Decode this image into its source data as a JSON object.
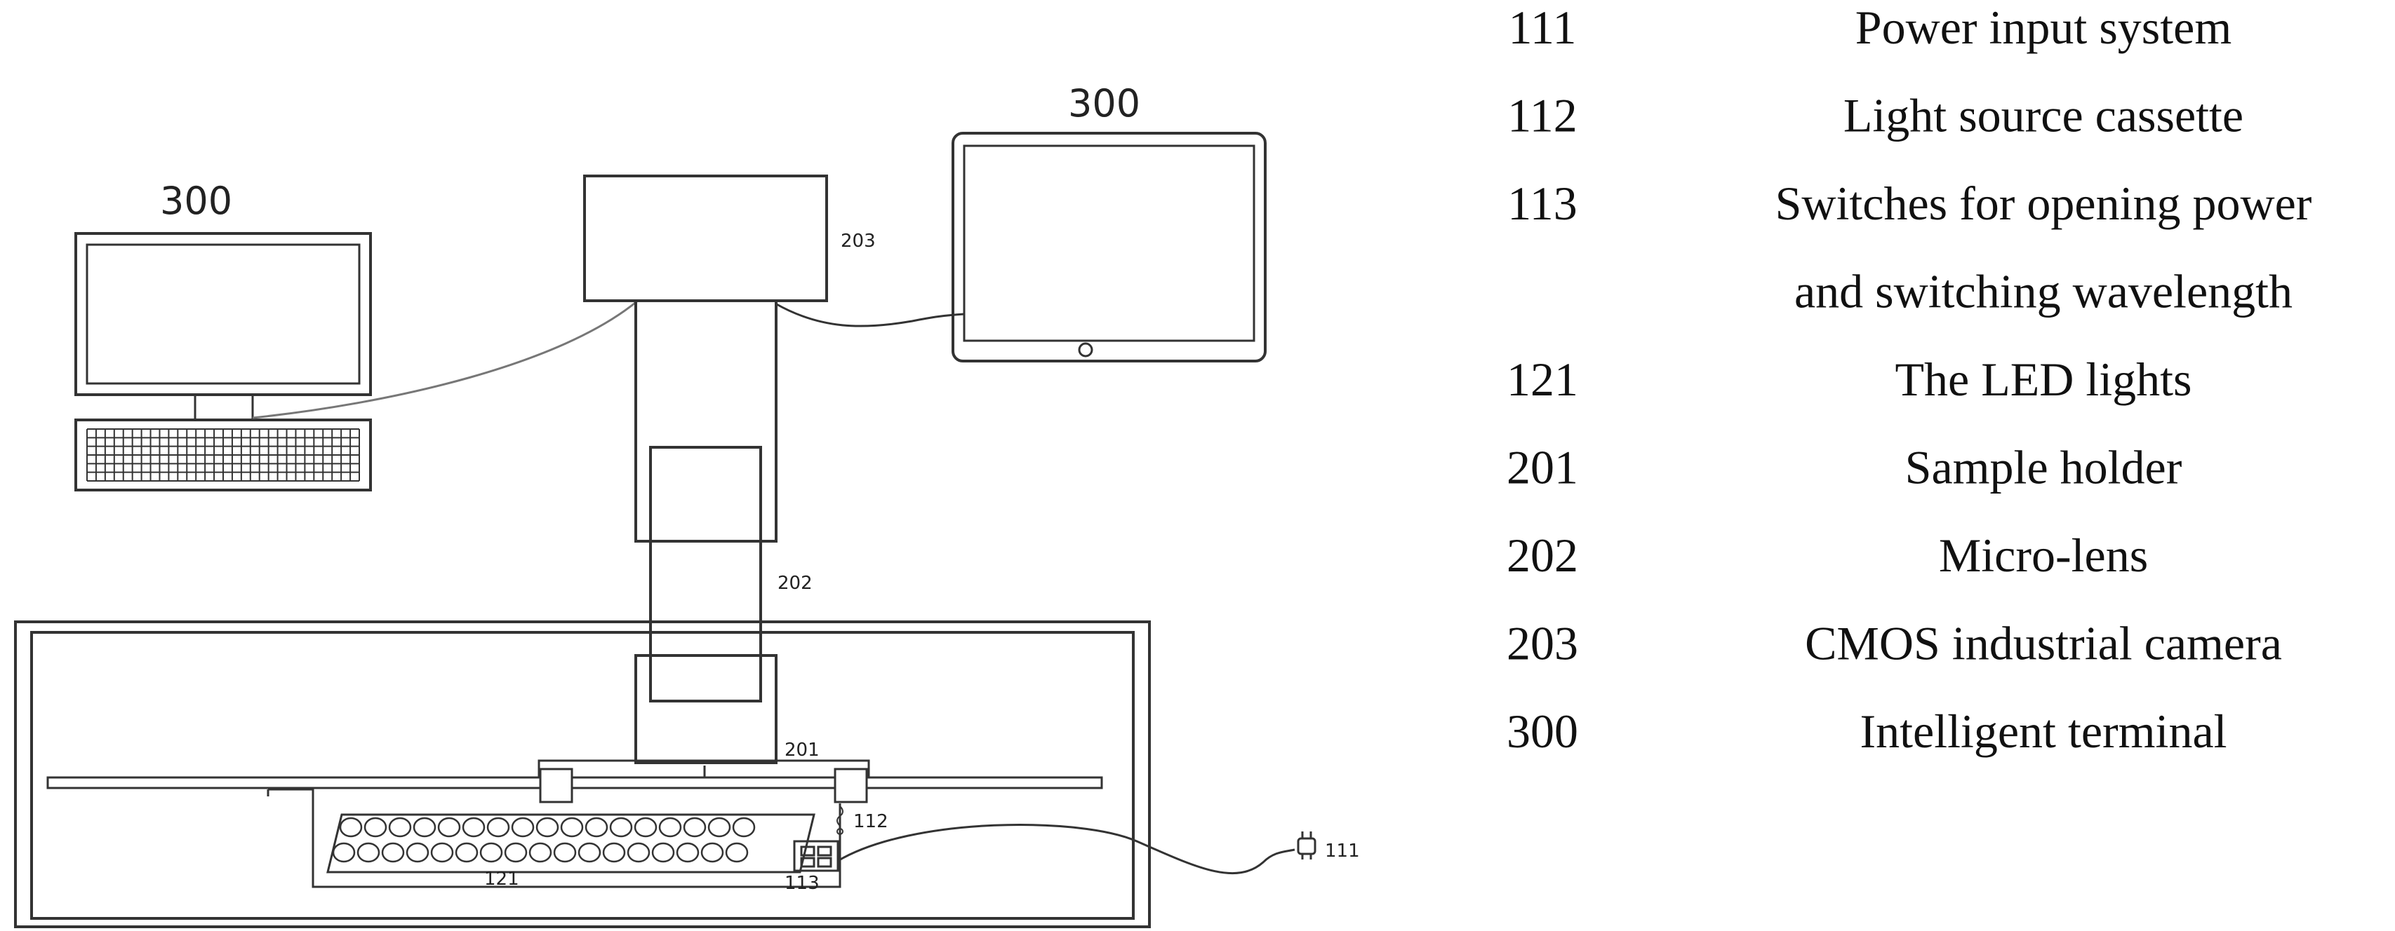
{
  "diagram": {
    "labels": {
      "terminal_left": "300",
      "terminal_right": "300",
      "camera": "203",
      "micro_lens": "202",
      "sample_holder": "201",
      "cassette": "112",
      "switches": "113",
      "leds": "121",
      "power": "111"
    },
    "led_rows": 2,
    "led_count_per_row": 17
  },
  "legend": {
    "items": [
      {
        "code": "111",
        "description": "Power input system"
      },
      {
        "code": "112",
        "description": "Light source cassette"
      },
      {
        "code": "113",
        "description": "Switches for opening power"
      },
      {
        "code": "",
        "description": "and switching wavelength"
      },
      {
        "code": "121",
        "description": "The LED lights"
      },
      {
        "code": "201",
        "description": "Sample holder"
      },
      {
        "code": "202",
        "description": "Micro-lens"
      },
      {
        "code": "203",
        "description": "CMOS industrial camera"
      },
      {
        "code": "300",
        "description": "Intelligent terminal"
      }
    ]
  }
}
